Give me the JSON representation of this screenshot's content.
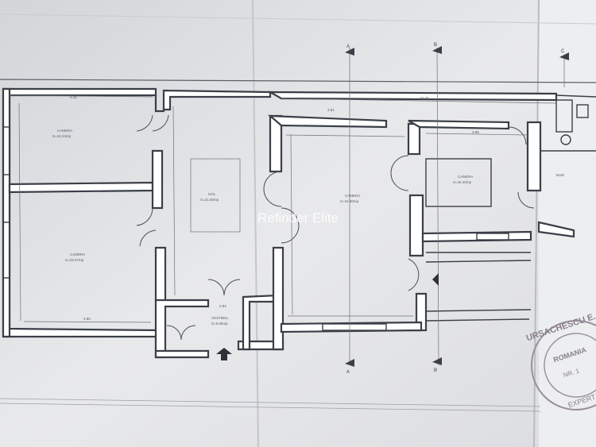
{
  "watermark": "Refinder Elite",
  "rooms": [
    {
      "id": "room-top-left",
      "name": "CAMERA",
      "area": "S=16.24mp"
    },
    {
      "id": "room-bottom-left",
      "name": "CAMERA",
      "area": "S=23.07mp"
    },
    {
      "id": "hall",
      "name": "HOL",
      "area": "S=21.00mp"
    },
    {
      "id": "vestibule",
      "name": "VESTIBUL",
      "area": "S=5.56mp"
    },
    {
      "id": "room-center",
      "name": "CAMERA",
      "area": "S=24.80mp"
    },
    {
      "id": "room-right",
      "name": "CAMERA",
      "area": "S=15.40mp"
    },
    {
      "id": "bath",
      "name": "BAIE",
      "area": ""
    }
  ],
  "dimensions": {
    "top_left": "5.25",
    "top_center": "10.40",
    "bottom_left": "4.85",
    "vestibule_width": "2.84",
    "corridor_top": "3.81",
    "corridor_right": "3.85"
  },
  "section_marks": [
    "A",
    "B",
    "C"
  ],
  "stamp": {
    "line1": "URSACHESCU E. M.",
    "line2": "ROMANIA",
    "line3": "NR. 1",
    "line4": "EXPERT"
  },
  "colors": {
    "paper": "#e9eaec",
    "ink": "#3a3f47",
    "stamp": "#9a8f9a"
  }
}
